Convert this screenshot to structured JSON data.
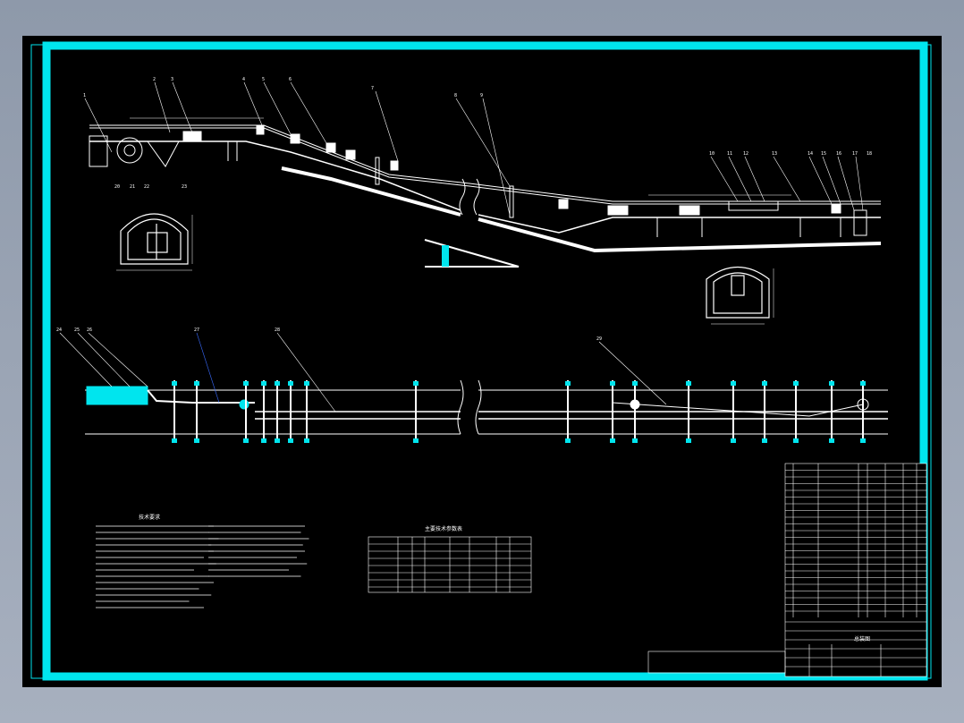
{
  "viewport": {
    "background": "#000000",
    "frame_color": "#00e5ee"
  },
  "drawing": {
    "colors": {
      "frame": "#00e5ee",
      "line": "#ffffff",
      "leader": "#3a6bff",
      "accent": "#00e5ee"
    },
    "upper_callouts": [
      "1",
      "2",
      "3",
      "4",
      "5",
      "6",
      "7",
      "8",
      "9",
      "10",
      "11",
      "12",
      "13",
      "14",
      "15",
      "16",
      "17",
      "18"
    ],
    "lower_callouts": [
      "24",
      "25",
      "26",
      "27",
      "28",
      "29"
    ],
    "bottom_callouts": [
      "20",
      "21",
      "22",
      "23"
    ],
    "notes_title": "技术要求",
    "table_title": "主要技术参数表",
    "drawing_title": "总装图"
  }
}
